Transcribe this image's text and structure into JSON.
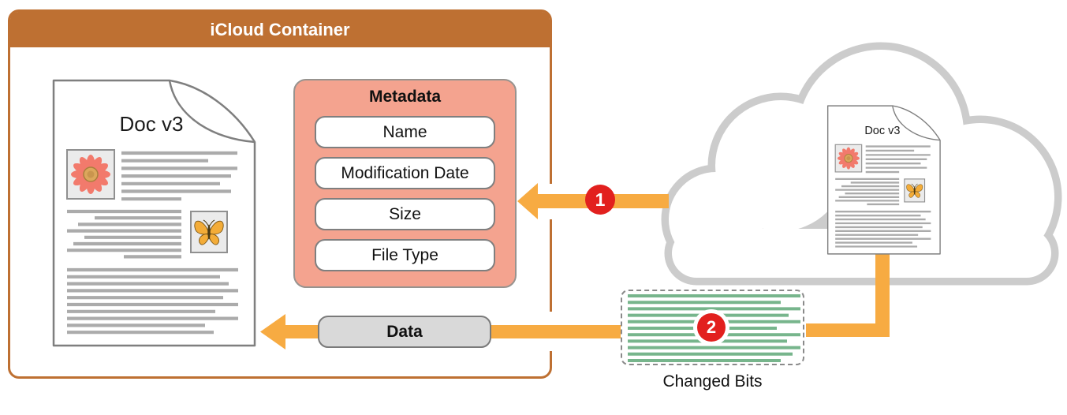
{
  "diagram": {
    "container": {
      "title": "iCloud Container"
    },
    "documents": {
      "main": {
        "title": "Doc v3"
      },
      "cloud": {
        "title": "Doc v3"
      }
    },
    "metadata": {
      "title": "Metadata",
      "fields": [
        "Name",
        "Modification Date",
        "Size",
        "File Type"
      ]
    },
    "data_pill": {
      "label": "Data"
    },
    "changed_bits": {
      "label": "Changed Bits"
    },
    "badges": {
      "step1": "1",
      "step2": "2"
    },
    "colors": {
      "container_accent": "#BE7032",
      "metadata_bg": "#F4A38F",
      "arrow_orange": "#F7AB42",
      "badge_red": "#E2201E",
      "cloud_gray": "#CCCCCC",
      "changed_bits_green": "#77B58C",
      "data_pill_bg": "#D9D9D9",
      "doc_line_gray": "#ABABAB"
    }
  }
}
